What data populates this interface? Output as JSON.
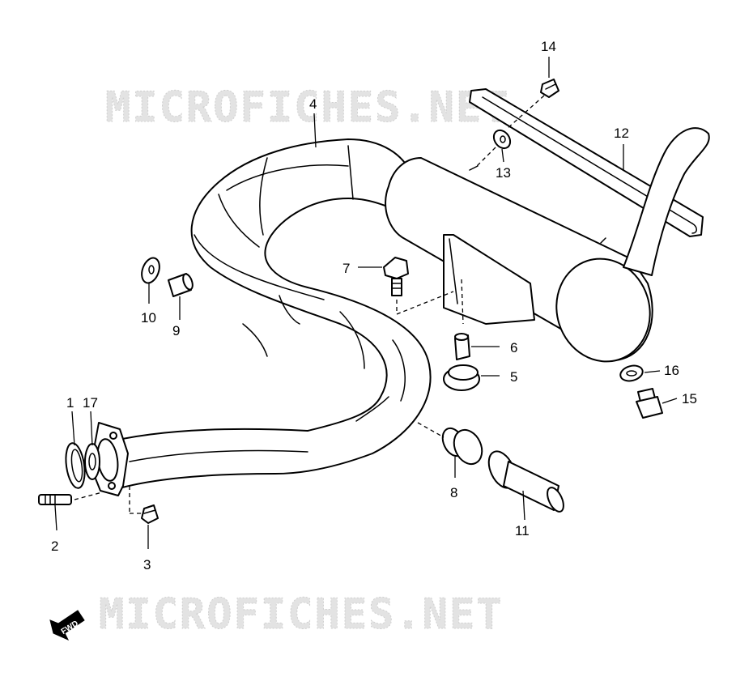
{
  "watermark": {
    "text": "MICROFICHES.NET"
  },
  "direction_badge": {
    "label": "FWD"
  },
  "callouts": [
    {
      "number": "1"
    },
    {
      "number": "2"
    },
    {
      "number": "3"
    },
    {
      "number": "4"
    },
    {
      "number": "5"
    },
    {
      "number": "6"
    },
    {
      "number": "7"
    },
    {
      "number": "8"
    },
    {
      "number": "9"
    },
    {
      "number": "10"
    },
    {
      "number": "11"
    },
    {
      "number": "12"
    },
    {
      "number": "13"
    },
    {
      "number": "14"
    },
    {
      "number": "15"
    },
    {
      "number": "16"
    },
    {
      "number": "17"
    }
  ]
}
